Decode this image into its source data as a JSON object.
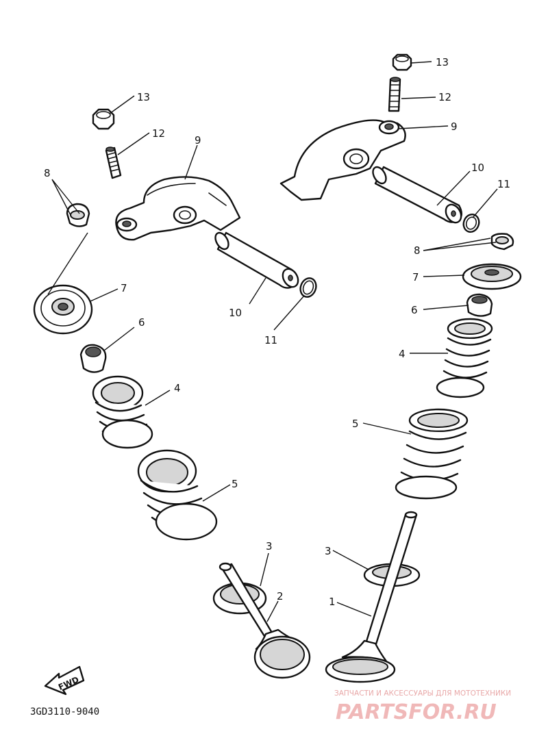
{
  "diagram": {
    "type": "exploded-parts-diagram",
    "callouts": [
      {
        "id": "left-13",
        "label": "13"
      },
      {
        "id": "left-12",
        "label": "12"
      },
      {
        "id": "left-9",
        "label": "9"
      },
      {
        "id": "left-8",
        "label": "8"
      },
      {
        "id": "left-7",
        "label": "7"
      },
      {
        "id": "left-10",
        "label": "10"
      },
      {
        "id": "left-11",
        "label": "11"
      },
      {
        "id": "left-6",
        "label": "6"
      },
      {
        "id": "left-4",
        "label": "4"
      },
      {
        "id": "left-5",
        "label": "5"
      },
      {
        "id": "left-3",
        "label": "3"
      },
      {
        "id": "left-2",
        "label": "2"
      },
      {
        "id": "right-13",
        "label": "13"
      },
      {
        "id": "right-12",
        "label": "12"
      },
      {
        "id": "right-9",
        "label": "9"
      },
      {
        "id": "right-10",
        "label": "10"
      },
      {
        "id": "right-11",
        "label": "11"
      },
      {
        "id": "right-8",
        "label": "8"
      },
      {
        "id": "right-7",
        "label": "7"
      },
      {
        "id": "right-6",
        "label": "6"
      },
      {
        "id": "right-4",
        "label": "4"
      },
      {
        "id": "right-5",
        "label": "5"
      },
      {
        "id": "right-3",
        "label": "3"
      },
      {
        "id": "right-1",
        "label": "1"
      }
    ],
    "direction_label": "FWD",
    "part_code": "3GD3110-9040"
  },
  "watermark": {
    "tagline": "ЗАПЧАСТИ И АКСЕССУАРЫ ДЛЯ МОТОТЕХНИКИ",
    "logo": "PARTSFOR.RU",
    "color": "#e8a7a7"
  }
}
